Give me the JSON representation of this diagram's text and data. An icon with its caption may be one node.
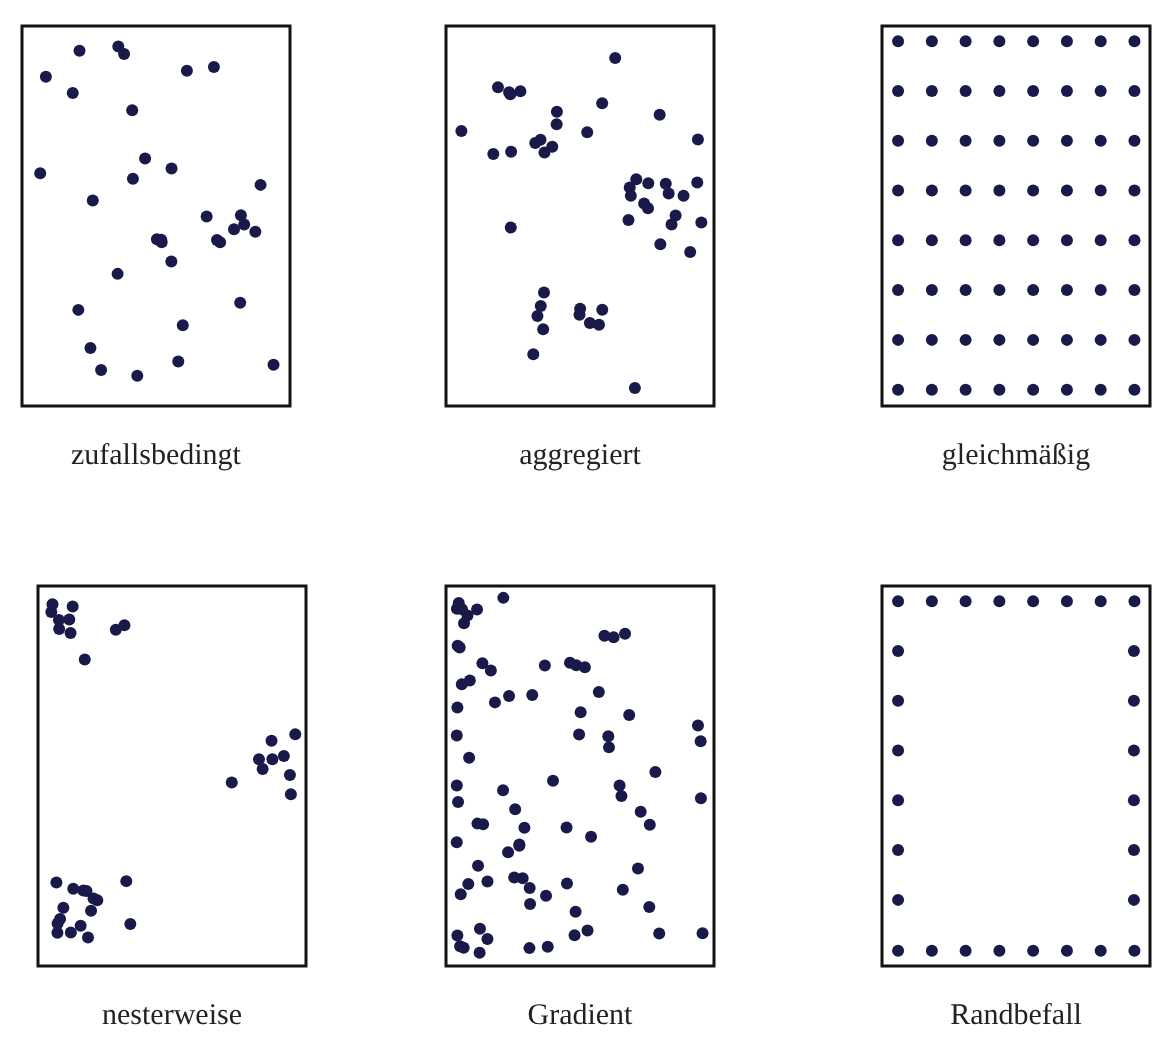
{
  "diagram": {
    "nodes": [
      {
        "text": [
          "zufallsbedingt"
        ]
      },
      {
        "text": [
          "aggregiert"
        ]
      },
      {
        "text": [
          "gleichmäßig"
        ]
      },
      {
        "text": [
          "nesterweise"
        ]
      },
      {
        "text": [
          "Gradient"
        ]
      },
      {
        "text": [
          "Randbefall"
        ]
      }
    ]
  }
}
